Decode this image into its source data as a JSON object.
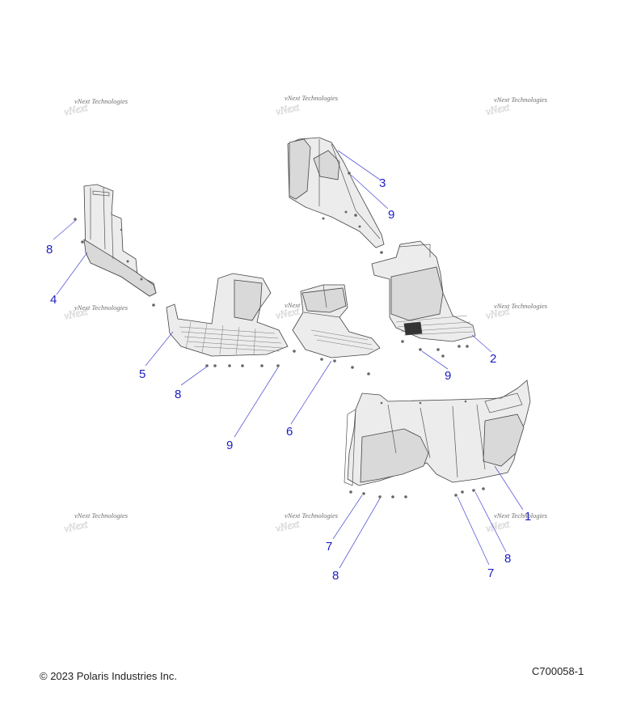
{
  "watermark": {
    "text": "vNext Technologies",
    "color": "#6d6d6d"
  },
  "callouts": {
    "color": "#1c1cc4",
    "labels": [
      "1",
      "2",
      "3",
      "4",
      "5",
      "6",
      "7",
      "7",
      "8",
      "8",
      "8",
      "8",
      "9",
      "9",
      "9"
    ]
  },
  "footer": {
    "copyright": "© 2023 Polaris Industries Inc.",
    "figure_code": "C700058-1"
  },
  "colors": {
    "part_fill": "#d9d9d9",
    "part_light": "#ececec",
    "outline": "#444444",
    "callout_text": "#1c1cc4",
    "leader_line": "#5a5ad8"
  }
}
